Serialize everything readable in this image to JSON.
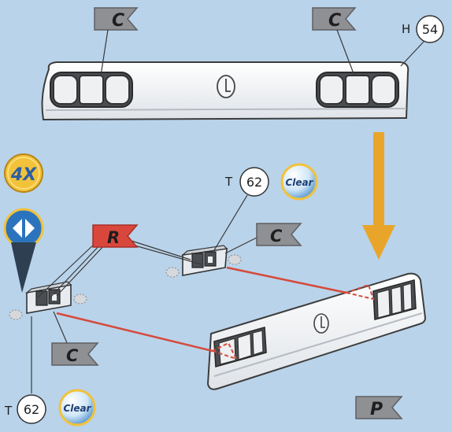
{
  "flags": {
    "c_label": "C",
    "r_label": "R",
    "p_label": "P",
    "c_color": "#8f9094",
    "r_color": "#d9473c",
    "p_color": "#8f9094"
  },
  "callouts": {
    "h54": {
      "letter": "H",
      "number": "54"
    },
    "t62_upper": {
      "letter": "T",
      "number": "62"
    },
    "t62_lower": {
      "letter": "T",
      "number": "62"
    }
  },
  "badges": {
    "count": "4X",
    "clear_upper": "Clear",
    "clear_lower": "Clear",
    "count_color": "#f2c23a",
    "rotate_color": "#2b74bd"
  },
  "colors": {
    "background": "#b9d3ea",
    "arrow": "#e9a52a",
    "leader": "#d64a3c",
    "part": "#f3f4f6"
  }
}
